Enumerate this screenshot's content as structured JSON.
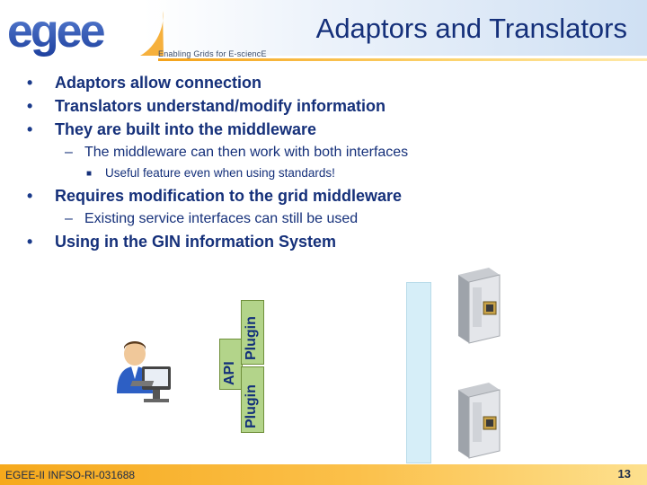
{
  "header": {
    "logo_text": "egee",
    "tagline": "Enabling Grids for E-sciencE",
    "title": "Adaptors and Translators"
  },
  "bullets": {
    "b1": "Adaptors allow connection",
    "b2": "Translators understand/modify information",
    "b3": "They are built into the middleware",
    "b3_sub": "The middleware can then work with both interfaces",
    "b3_subsub": "Useful feature even when using standards!",
    "b4": "Requires modification to the grid middleware",
    "b4_sub": "Existing service interfaces can still be used",
    "b5": "Using in the GIN information System"
  },
  "diagram": {
    "api_label": "API",
    "plugin_top_label": "Plugin",
    "plugin_bottom_label": "Plugin",
    "colors": {
      "adapter_green": "#b3d48a",
      "info_blue": "#d6eef8"
    }
  },
  "footer": {
    "text": "EGEE-II INFSO-RI-031688",
    "page_number": "13"
  }
}
